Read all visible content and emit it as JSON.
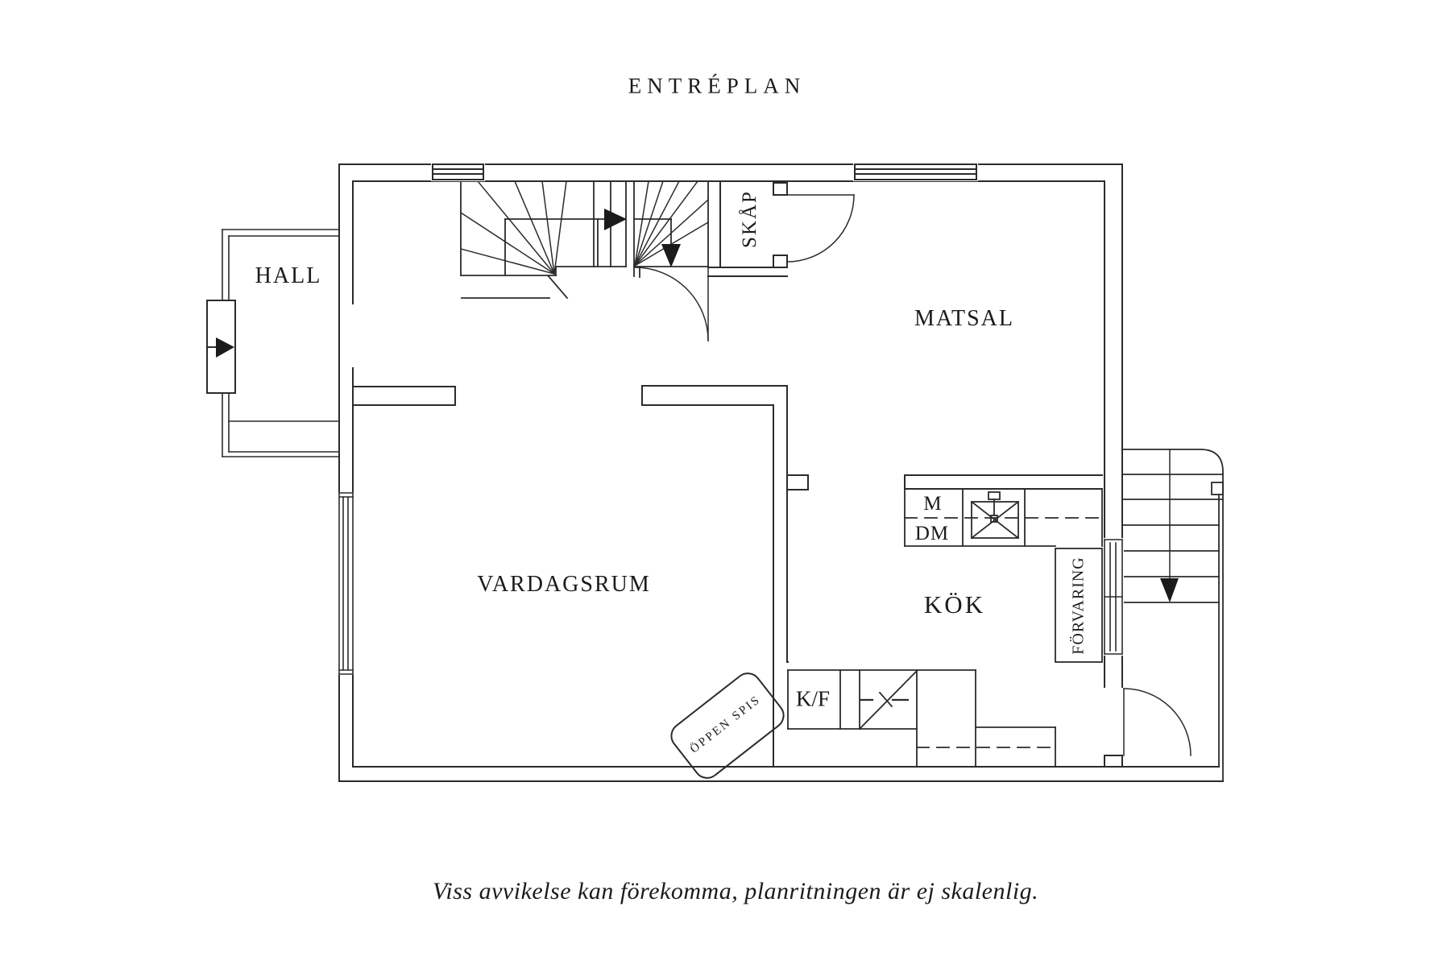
{
  "title": "ENTRÉPLAN",
  "caption": "Viss avvikelse kan förekomma, planritningen är ej skalenlig.",
  "rooms": {
    "hall": "HALL",
    "matsal": "MATSAL",
    "vardagsrum": "VARDAGSRUM",
    "kok": "KÖK"
  },
  "closets": {
    "skap": "SKÅP",
    "forvaring": "FÖRVARING"
  },
  "fixtures": {
    "washer": "M",
    "dishwasher": "DM",
    "fridge_freezer": "K/F",
    "fireplace": "ÖPPEN SPIS"
  },
  "icons": {
    "entry_arrow": "entry-direction-arrow",
    "stairs_up_arrow": "stairs-up-arrow",
    "stairs_down_arrow": "stairs-down-arrow",
    "exterior_stairs_down_arrow": "exterior-stairs-down-arrow"
  },
  "colors": {
    "line": "#2b2b2b",
    "text": "#1b1b1b",
    "background": "#ffffff"
  }
}
